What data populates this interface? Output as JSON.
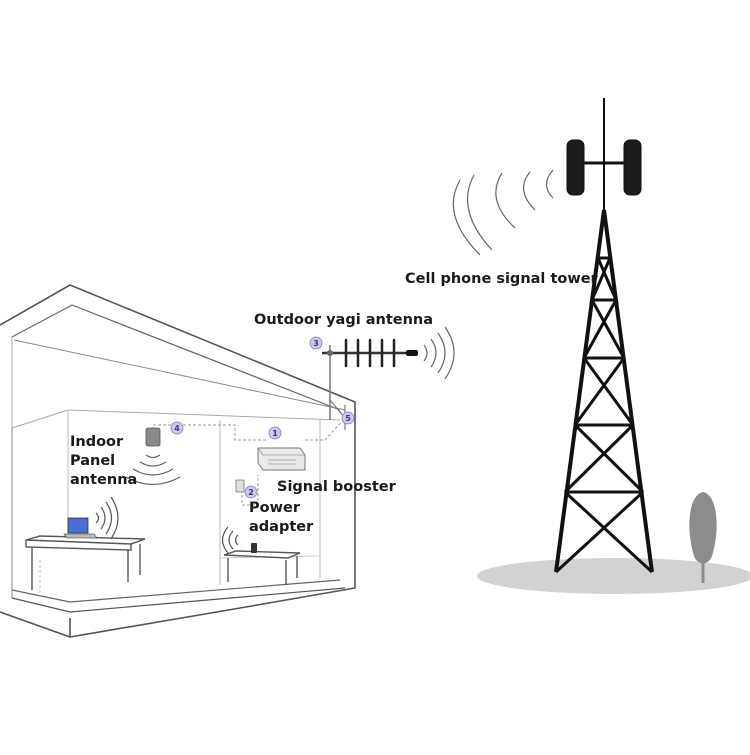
{
  "labels": {
    "tower": "Cell phone signal tower",
    "yagi": "Outdoor yagi antenna",
    "indoor_line1": "Indoor",
    "indoor_line2": "Panel",
    "indoor_line3": "antenna",
    "booster": "Signal booster",
    "power_line1": "Power",
    "power_line2": "adapter"
  },
  "badges": {
    "booster": "1",
    "power": "2",
    "yagi": "3",
    "indoor": "4",
    "entry": "5"
  },
  "colors": {
    "outline": "#555555",
    "light_line": "#bbbbbb",
    "tower": "#111111",
    "badge_fill": "#c9c9ef",
    "ground": "#d4d4d4",
    "laptop_screen": "#4a6fd6"
  }
}
